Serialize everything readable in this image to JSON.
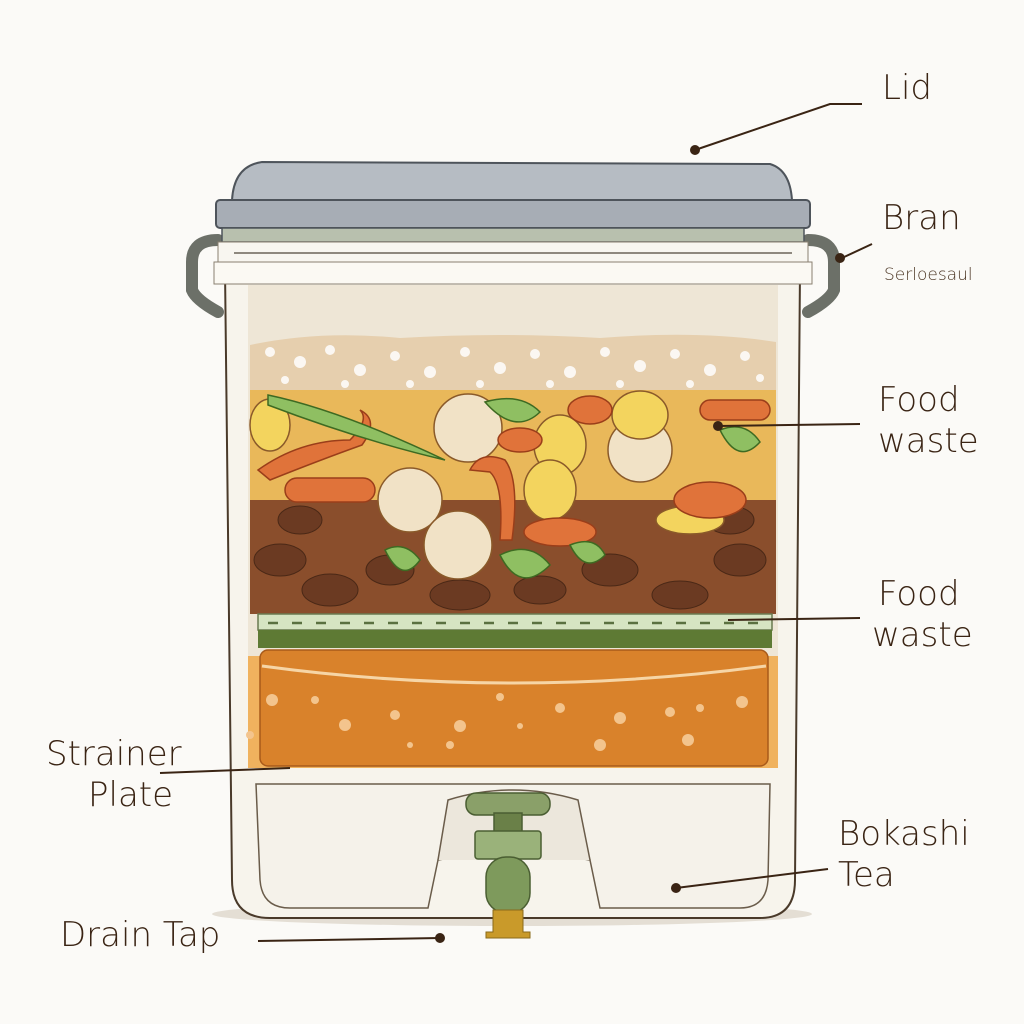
{
  "diagram": {
    "subject": "Bokashi bin cross-section",
    "colors": {
      "background": "#fbfaf7",
      "label_text": "#3a2414",
      "leader_line": "#3a2414",
      "lid": "#a7adb5",
      "bin_body": "#f7f4ec",
      "bran": "#efe2cf",
      "food_waste_dark": "#7a4226",
      "strainer_plate": "#cfe0b8",
      "tea_liquid": "#d9822b",
      "tap_green": "#8aa069",
      "tap_nozzle": "#c99a2a"
    },
    "labels": {
      "lid": "Lid",
      "bran": "Bran",
      "bran_sub": "Serloesaul",
      "food_waste_top_line1": "Food",
      "food_waste_top_line2": "waste",
      "food_waste_bottom_line1": "Food",
      "food_waste_bottom_line2": "waste",
      "strainer_line1": "Strainer",
      "strainer_line2": "Plate",
      "bokashi_tea_line1": "Bokashi",
      "bokashi_tea_line2": "Tea",
      "drain_tap": "Drain Tap"
    }
  }
}
